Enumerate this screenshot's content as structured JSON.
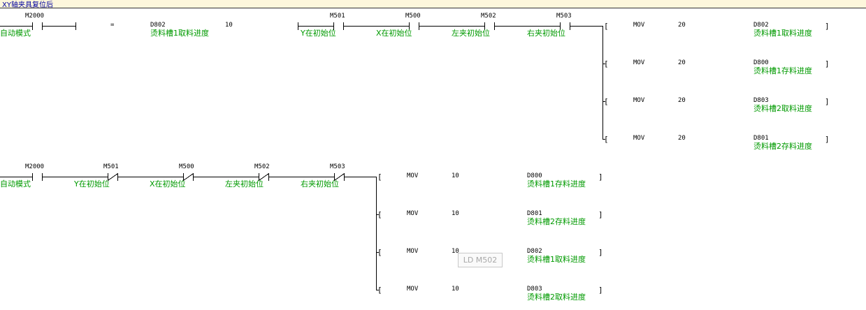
{
  "header": {
    "title": "XY轴夹具复位后"
  },
  "rung1": {
    "contact_m2000": {
      "device": "M2000",
      "comment": "自动模式"
    },
    "compare": {
      "op": "=",
      "s1_device": "D802",
      "s1_comment": "烫料槽1取料进度",
      "s2": "10"
    },
    "contacts": [
      {
        "device": "M501",
        "comment": "Y在初始位"
      },
      {
        "device": "M500",
        "comment": "X在初始位"
      },
      {
        "device": "M502",
        "comment": "左夹初始位"
      },
      {
        "device": "M503",
        "comment": "右夹初始位"
      }
    ],
    "outputs": [
      {
        "instr": "MOV",
        "src": "20",
        "dst": "D802",
        "dst_comment": "烫料槽1取料进度"
      },
      {
        "instr": "MOV",
        "src": "20",
        "dst": "D800",
        "dst_comment": "烫料槽1存料进度"
      },
      {
        "instr": "MOV",
        "src": "20",
        "dst": "D803",
        "dst_comment": "烫料槽2取料进度"
      },
      {
        "instr": "MOV",
        "src": "20",
        "dst": "D801",
        "dst_comment": "烫料槽2存料进度"
      }
    ]
  },
  "rung2": {
    "contacts": [
      {
        "device": "M2000",
        "comment": "自动模式"
      },
      {
        "device": "M501",
        "comment": "Y在初始位"
      },
      {
        "device": "M500",
        "comment": "X在初始位"
      },
      {
        "device": "M502",
        "comment": "左夹初始位"
      },
      {
        "device": "M503",
        "comment": "右夹初始位"
      }
    ],
    "outputs": [
      {
        "instr": "MOV",
        "src": "10",
        "dst": "D800",
        "dst_comment": "烫料槽1存料进度"
      },
      {
        "instr": "MOV",
        "src": "10",
        "dst": "D801",
        "dst_comment": "烫料槽2存料进度"
      },
      {
        "instr": "MOV",
        "src": "10",
        "dst": "D802",
        "dst_comment": "烫料槽1取料进度"
      },
      {
        "instr": "MOV",
        "src": "10",
        "dst": "D803",
        "dst_comment": "烫料槽2取料进度"
      }
    ]
  },
  "tooltip": {
    "text": "LD M502"
  },
  "colors": {
    "wire": "#000000",
    "comment": "#009a00",
    "header_bg": "#fdf7dc",
    "header_text": "#00009e"
  }
}
